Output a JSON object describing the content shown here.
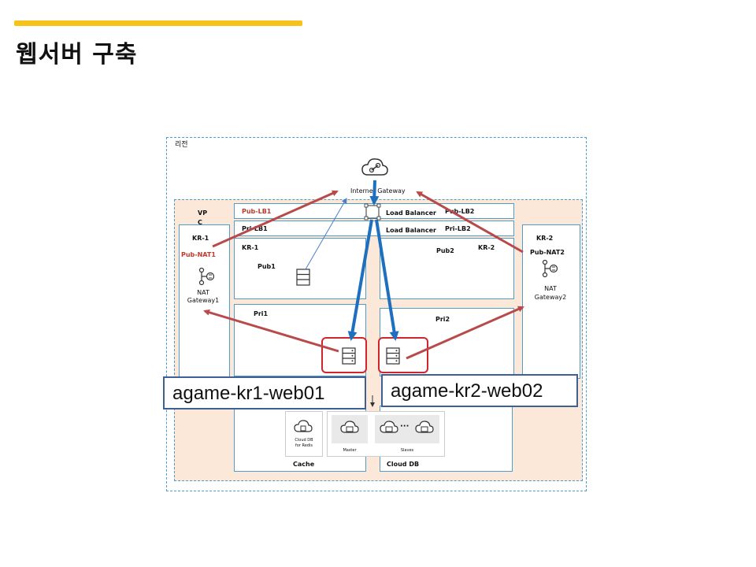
{
  "page": {
    "title": "웹서버 구축",
    "accent_color": "#f7c21a"
  },
  "diagram": {
    "region_label": "리전",
    "vpc_label_1": "VP",
    "vpc_label_2": "C",
    "internet_gateway": "Internet Gateway",
    "zones": {
      "kr1_left": "KR-1",
      "kr1_inner": "KR-1",
      "kr2_inner": "KR-2",
      "kr2_right": "KR-2"
    },
    "nat": {
      "left_subnet": "Pub-NAT1",
      "left_name_1": "NAT",
      "left_name_2": "Gateway1",
      "right_subnet": "Pub-NAT2",
      "right_name_1": "NAT",
      "right_name_2": "Gateway2"
    },
    "lb": {
      "pub_lb1": "Pub-LB1",
      "pri_lb1": "Pri-LB1",
      "pub_lb2": "Pub-LB2",
      "pri_lb2": "Pri-LB2",
      "load_balancer_1": "Load Balancer",
      "load_balancer_2": "Load Balancer"
    },
    "subnets": {
      "pub1": "Pub1",
      "pub2": "Pub2",
      "pri1": "Pri1",
      "pri2": "Pri2"
    },
    "bottom": {
      "cache": "Cache",
      "cloud_db": "Cloud DB",
      "redis_1": "Cloud DB",
      "redis_2": "for Redis",
      "master": "Master",
      "slaves": "Slaves",
      "ellipsis": "···"
    },
    "callouts": {
      "web01": "agame-kr1-web01",
      "web02": "agame-kr2-web02"
    },
    "colors": {
      "traffic_arrow": "#1f6fbf",
      "nat_arrow": "#b84a4a",
      "highlight": "#d0262b",
      "border": "#4f9ec9",
      "vpc_fill": "#fbe8d9"
    }
  }
}
